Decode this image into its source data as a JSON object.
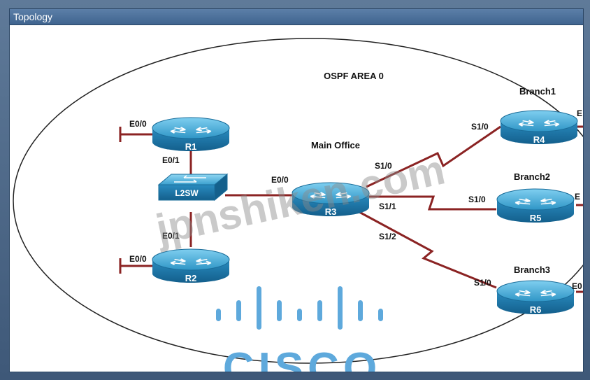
{
  "window": {
    "title": "Topology"
  },
  "diagram": {
    "area_label": "OSPF AREA 0",
    "main_office_label": "Main Office",
    "branches": [
      "Branch1",
      "Branch2",
      "Branch3"
    ],
    "devices": {
      "r1": "R1",
      "r2": "R2",
      "r3": "R3",
      "r4": "R4",
      "r5": "R5",
      "r6": "R6",
      "switch": "L2SW"
    },
    "interfaces": {
      "r1_e00": "E0/0",
      "r1_e01": "E0/1",
      "r2_e00": "E0/0",
      "r2_e01": "E0/1",
      "r3_e00": "E0/0",
      "r3_s10": "S1/0",
      "r3_s11": "S1/1",
      "r3_s12": "S1/2",
      "r4_s10": "S1/0",
      "r5_s10": "S1/0",
      "r6_s10": "S1/0",
      "r4_e": "E",
      "r5_e": "E",
      "r6_e": "E0"
    },
    "watermark": "jpnshiken.com",
    "logo_text": "CISCO"
  },
  "colors": {
    "link": "#8b2323",
    "router_top": "#3aa3d0",
    "router_body": "#1f7fb0",
    "frame": "#4f6a8a",
    "title_bar": "#4a6f9a",
    "logo": "#5ea9dc"
  }
}
